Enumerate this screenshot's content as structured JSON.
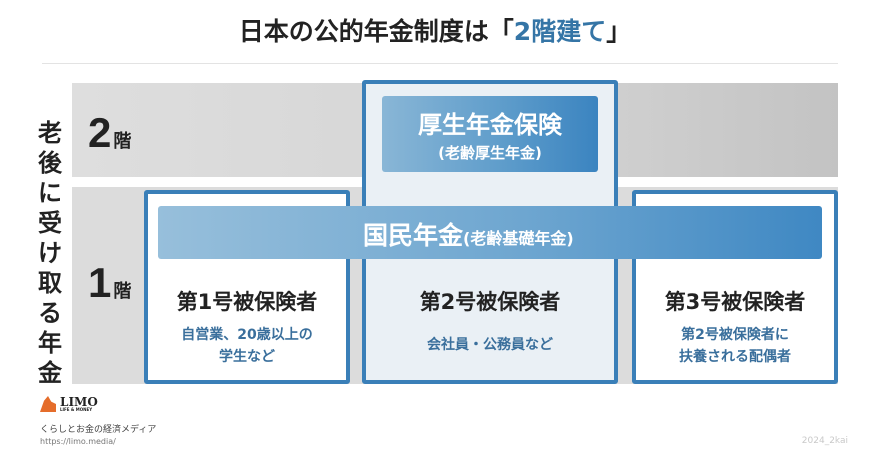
{
  "title": {
    "prefix": "日本の公的年金制度は",
    "open_bracket": "「",
    "accent": "2階建て",
    "close_bracket": "」",
    "accent_color": "#3575a6"
  },
  "side_label": {
    "chars": [
      "老",
      "後",
      "に",
      "受",
      "け",
      "取",
      "る",
      "年",
      "金"
    ],
    "text": "老後に受け取る年金"
  },
  "floors": [
    {
      "number": "2",
      "suffix": "階"
    },
    {
      "number": "1",
      "suffix": "階"
    }
  ],
  "tiers": {
    "kosei": {
      "main": "厚生年金保険",
      "sub": "(老齢厚生年金)"
    },
    "kokumin": {
      "main": "国民年金",
      "sub": "(老齢基礎年金)"
    }
  },
  "insured": [
    {
      "name": "第1号被保険者",
      "desc_lines": [
        "自営業、20歳以上の",
        "学生など"
      ]
    },
    {
      "name": "第2号被保険者",
      "desc_lines": [
        "会社員・公務員など"
      ]
    },
    {
      "name": "第3号被保険者",
      "desc_lines": [
        "第2号被保険者に",
        "扶養される配偶者"
      ]
    }
  ],
  "footer": {
    "logo_name": "LIMO",
    "logo_tag": "LIFE & MONEY",
    "tagline": "くらしとお金の経済メディア",
    "url": "https://limo.media/",
    "code": "2024_2kai"
  },
  "colors": {
    "border_blue": "#3a7fb8",
    "band_gray": "#dcdcdc",
    "desc_blue": "#3a6f9c",
    "logo_orange": "#e56d2b"
  }
}
